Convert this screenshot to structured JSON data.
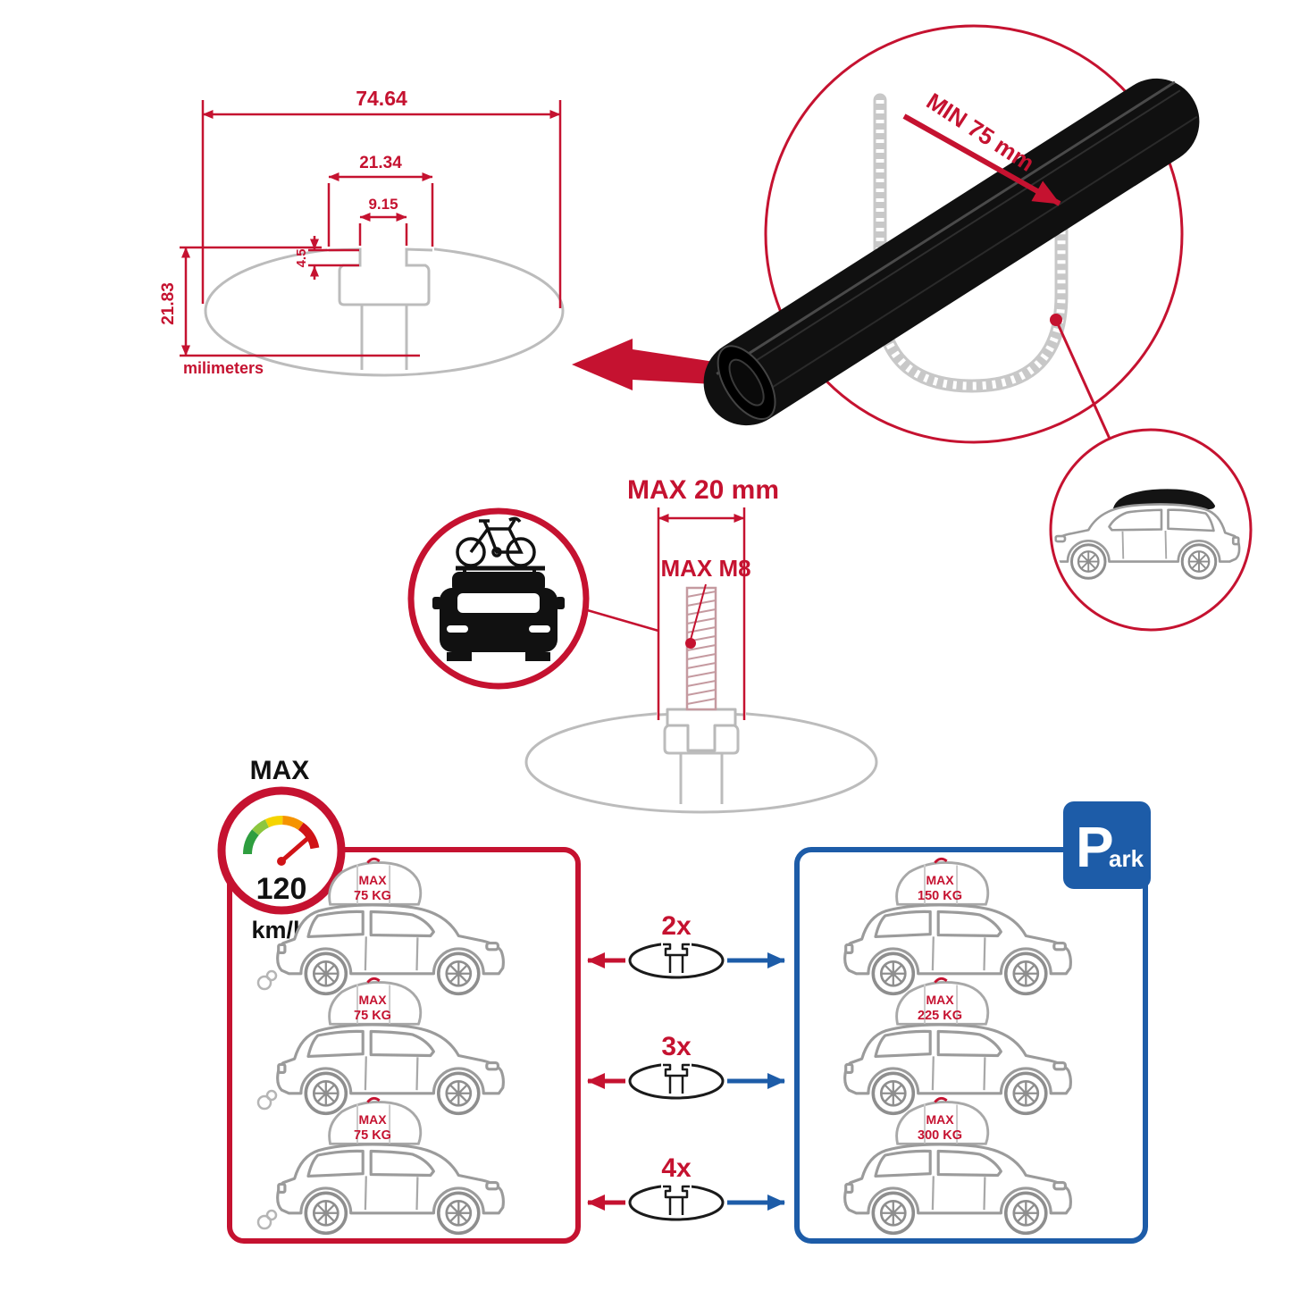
{
  "colors": {
    "red": "#c51230",
    "blue": "#1d5ca8",
    "gray_line": "#bcbcbc",
    "car_line": "#9b9b9b",
    "black": "#111111"
  },
  "dim": {
    "w_total": "74.64",
    "w_opening": "21.34",
    "w_slot": "9.15",
    "lip": "4.5",
    "height": "21.83",
    "units": "milimeters"
  },
  "clamp": {
    "min_span": "MIN 75 mm"
  },
  "bolt": {
    "max_len": "MAX 20 mm",
    "max_thread": "MAX M8"
  },
  "speed": {
    "label": "MAX",
    "value": "120",
    "unit": "km/h"
  },
  "moving": {
    "cars": [
      {
        "max": "MAX",
        "kg": "75 KG"
      },
      {
        "max": "MAX",
        "kg": "75 KG"
      },
      {
        "max": "MAX",
        "kg": "75 KG"
      }
    ]
  },
  "counts": [
    "2x",
    "3x",
    "4x"
  ],
  "parked": {
    "cars": [
      {
        "max": "MAX",
        "kg": "150 KG"
      },
      {
        "max": "MAX",
        "kg": "225 KG"
      },
      {
        "max": "MAX",
        "kg": "300 KG"
      }
    ]
  },
  "park_sign": {
    "letter": "P",
    "suffix": "ark"
  }
}
